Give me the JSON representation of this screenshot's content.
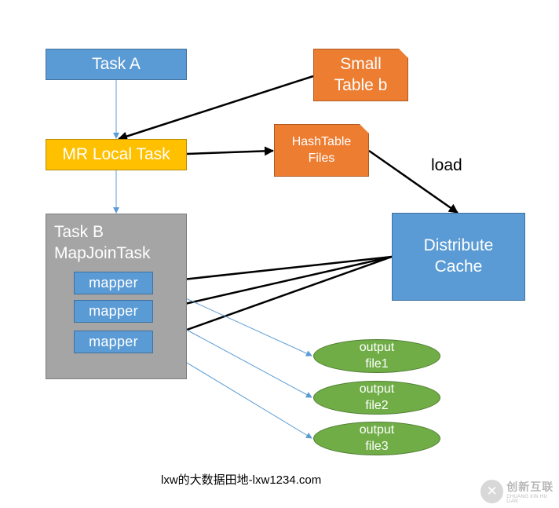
{
  "nodes": {
    "task_a": "Task A",
    "mr_local_task": "MR Local Task",
    "small_table_b": "Small\nTable b",
    "hashtable_files": "HashTable\nFiles",
    "task_b": "Task B\nMapJoinTask",
    "distribute_cache": "Distribute\nCache",
    "mappers": [
      "mapper",
      "mapper",
      "mapper"
    ],
    "outputs": [
      "output\nfile1",
      "output\nfile2",
      "output\nfile3"
    ]
  },
  "labels": {
    "load": "load"
  },
  "footer": "lxw的大数据田地-lxw1234.com",
  "watermark": {
    "icon": "logo-icon",
    "text_cn": "创新互联",
    "text_en": "CHUANG XIN HU LIAN"
  },
  "colors": {
    "task_blue": "#5b9bd5",
    "local_task_yellow": "#ffc000",
    "file_orange": "#ed7d31",
    "task_b_gray": "#a5a5a5",
    "output_green": "#70ad47",
    "thin_arrow": "#5b9bd5",
    "thick_arrow": "#000000"
  }
}
